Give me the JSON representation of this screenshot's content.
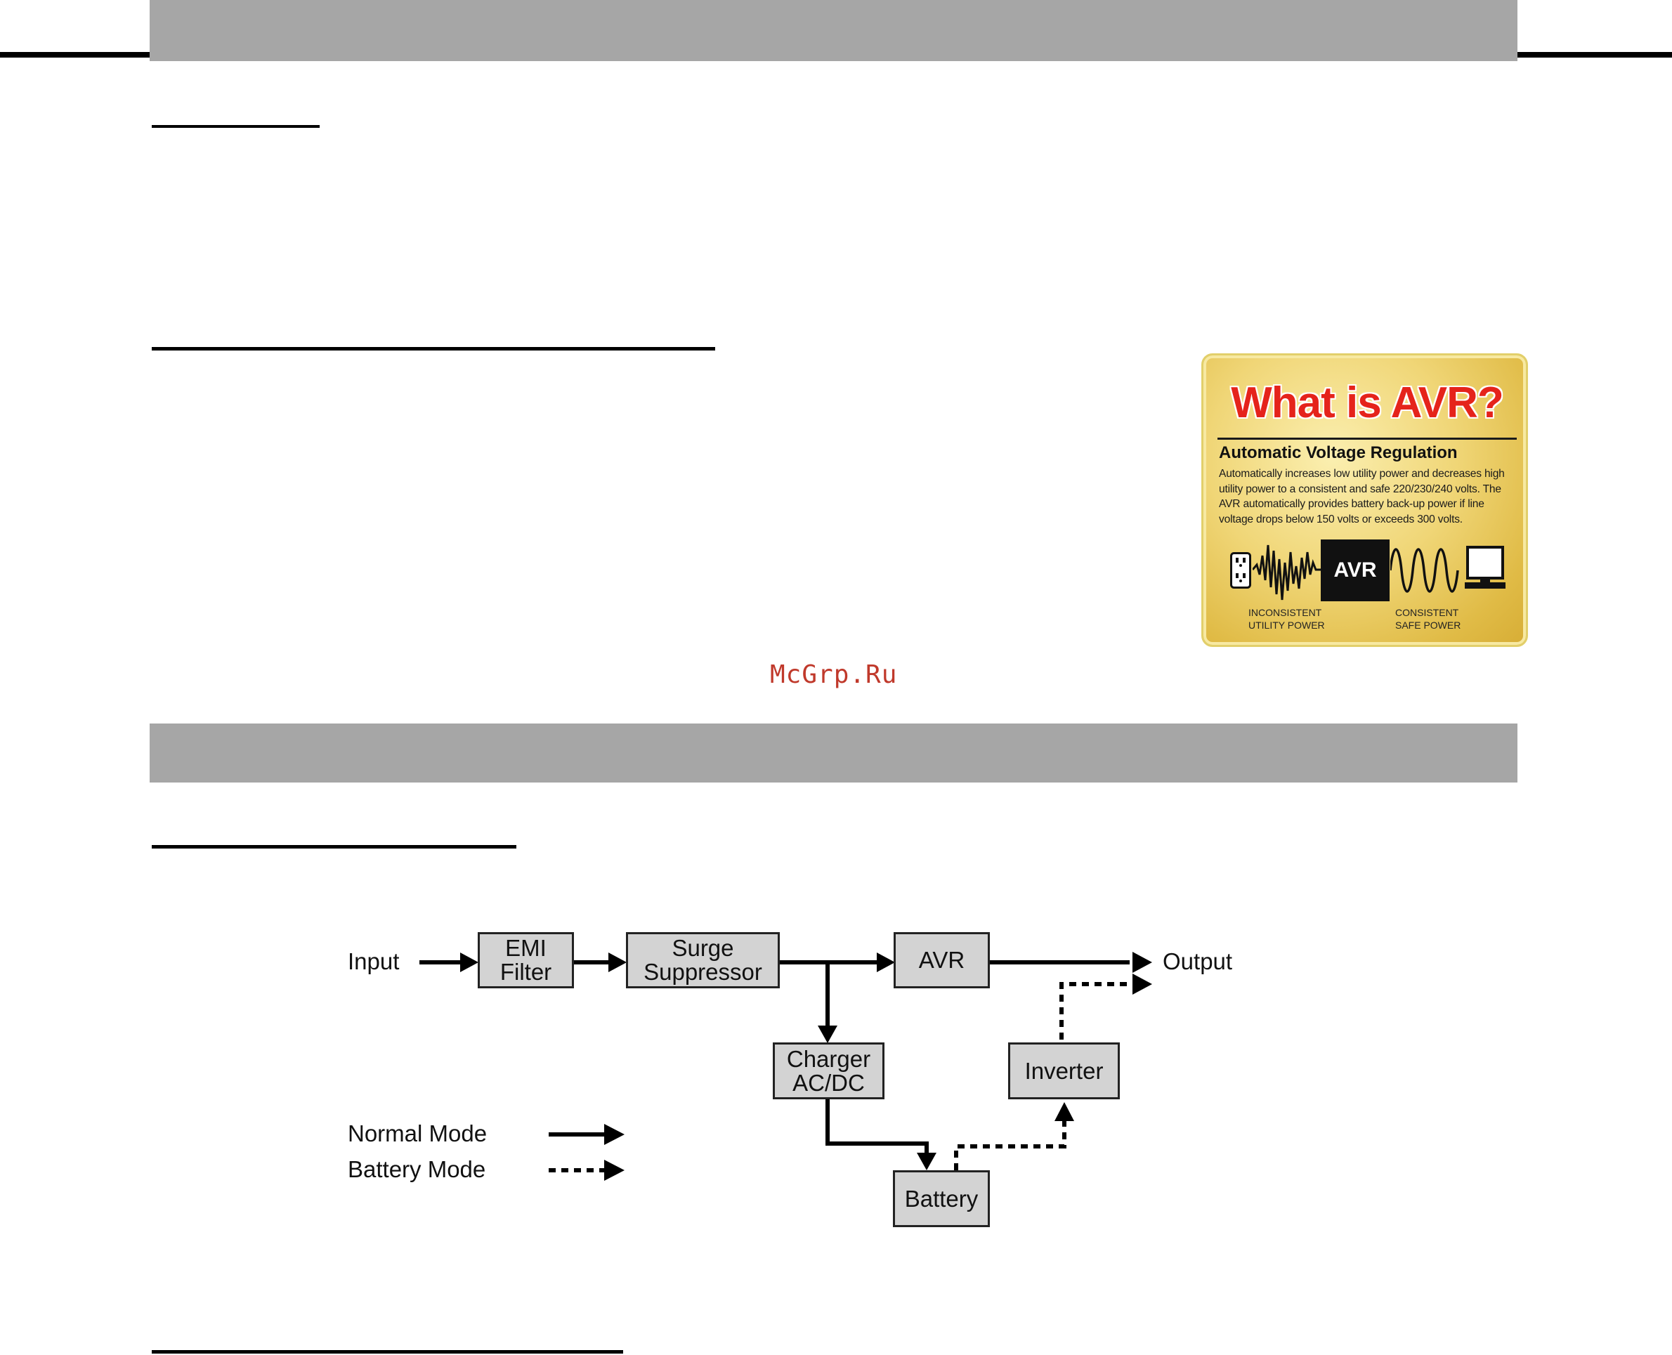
{
  "badge": {
    "title": "What is AVR?",
    "subtitle": "Automatic Voltage Regulation",
    "body": "Automatically increases low utility power and decreases high utility power to a consistent and safe 220/230/240 volts. The AVR automatically provides battery back-up power if line voltage drops below 150 volts or exceeds 300 volts.",
    "avr_label": "AVR",
    "caption_left": "INCONSISTENT\nUTILITY POWER",
    "caption_right": "CONSISTENT\nSAFE POWER"
  },
  "watermark": "McGrp.Ru",
  "diagram": {
    "input_label": "Input",
    "output_label": "Output",
    "blocks": {
      "emi": "EMI\nFilter",
      "surge": "Surge\nSuppressor",
      "avr": "AVR",
      "charger": "Charger\nAC/DC",
      "inverter": "Inverter",
      "battery": "Battery"
    },
    "legend": {
      "normal": "Normal Mode",
      "battery": "Battery Mode"
    }
  }
}
